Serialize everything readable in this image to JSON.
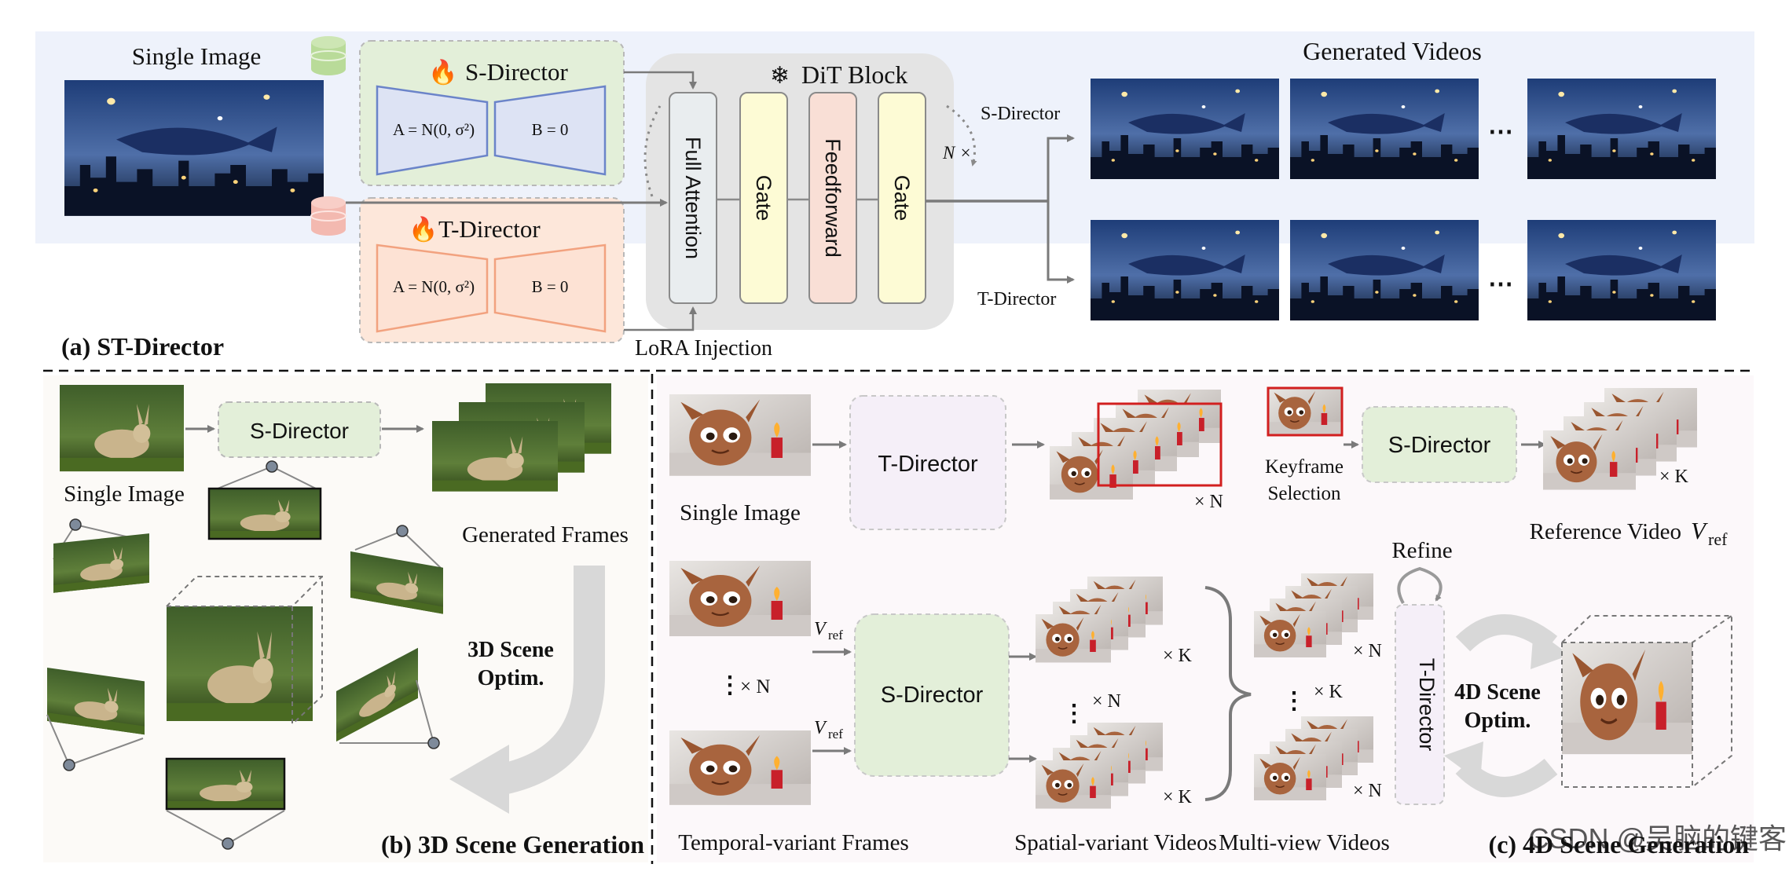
{
  "panel_a": {
    "title": "(a) ST-Director",
    "single_image_label": "Single Image",
    "s_director": {
      "title": "S-Director",
      "a_eq": "A = N(0, σ²)",
      "b_eq": "B = 0"
    },
    "t_director": {
      "title": "T-Director",
      "a_eq": "A = N(0, σ²)",
      "b_eq": "B = 0"
    },
    "dit_block": {
      "title": "DiT Block",
      "blocks": [
        "Full Attention",
        "Gate",
        "Feedforward",
        "Gate"
      ],
      "repeat": "N ×"
    },
    "lora_label": "LoRA Injection",
    "output_labels": {
      "s": "S-Director",
      "t": "T-Director"
    },
    "generated_videos_title": "Generated Videos",
    "ellipsis": "⋯",
    "colors": {
      "s_green": "#e3efd9",
      "t_orange": "#fde7da",
      "dit_gray": "#e4e4e4",
      "gate_yellow": "#fdfbd5",
      "ff_pink": "#f9dfd6",
      "attn_gray": "#e9edef",
      "blue_trap": "#6b84c9",
      "orange_trap": "#f2a27f",
      "panel_bg": "#eef2fb"
    }
  },
  "panel_b": {
    "title": "(b) 3D Scene Generation",
    "single_image_label": "Single Image",
    "s_director_label": "S-Director",
    "generated_frames_label": "Generated Frames",
    "optim_label_1": "3D Scene",
    "optim_label_2": "Optim."
  },
  "panel_c": {
    "title": "(c) 4D Scene Generation",
    "single_image_label": "Single Image",
    "t_director_label": "T-Director",
    "times_n": "× N",
    "times_k": "× K",
    "keyframe_1": "Keyframe",
    "keyframe_2": "Selection",
    "s_director_label": "S-Director",
    "reference_video_label": "Reference Video",
    "v_ref_symbol": "V",
    "v_ref_sub": "ref",
    "refine_label": "Refine",
    "temporal_label": "Temporal-variant Frames",
    "spatial_label": "Spatial-variant Videos",
    "multiview_label": "Multi-view Videos",
    "t_director_vertical": "T-Director",
    "optim_label_1": "4D Scene",
    "optim_label_2": "Optim."
  },
  "watermark": "CSDN @吴脑的键客"
}
